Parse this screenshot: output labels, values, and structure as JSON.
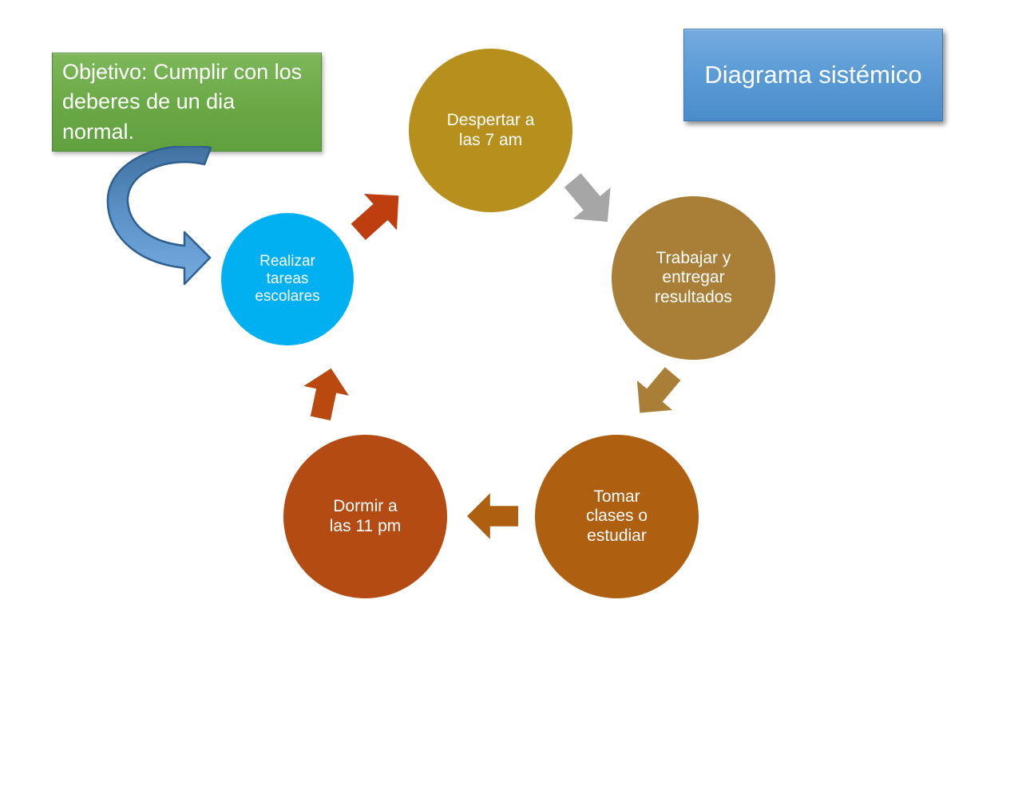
{
  "page": {
    "background": "#FFFFFF"
  },
  "title_box": {
    "text": "Diagrama sistémico",
    "bg": "#5B9BD5",
    "text_color": "#FFFFFF"
  },
  "objective_box": {
    "text": "Objetivo: Cumplir con los deberes de un dia normal.",
    "bg": "#6AA845",
    "text_color": "#FFFFFF"
  },
  "cycle": {
    "nodes": [
      {
        "id": "despertar",
        "label": "Despertar a las 7 am",
        "color": "#B78F1D"
      },
      {
        "id": "trabajar",
        "label": "Trabajar y entregar resultados",
        "color": "#A97E36"
      },
      {
        "id": "tomar",
        "label": "Tomar clases o estudiar",
        "color": "#AE5F10"
      },
      {
        "id": "dormir",
        "label": "Dormir a las 11 pm",
        "color": "#B44B12"
      },
      {
        "id": "realizar",
        "label": "Realizar tareas escolares",
        "color": "#00B0F0"
      }
    ],
    "arrows": [
      {
        "id": "despertar-to-trabajar",
        "direction": "down-right",
        "color": "#A6A6A6"
      },
      {
        "id": "trabajar-to-tomar",
        "direction": "down-left",
        "color": "#A97E36"
      },
      {
        "id": "tomar-to-dormir",
        "direction": "left",
        "color": "#AE5F10"
      },
      {
        "id": "dormir-to-realizar",
        "direction": "up",
        "color": "#B9490F"
      },
      {
        "id": "realizar-to-despertar",
        "direction": "up-right",
        "color": "#BF3E10"
      }
    ],
    "pointer_arrow": {
      "id": "objective-to-realizar",
      "shape": "curved-u-turn",
      "color": "#5B9BD5",
      "outline": "#2E5F8F"
    }
  }
}
